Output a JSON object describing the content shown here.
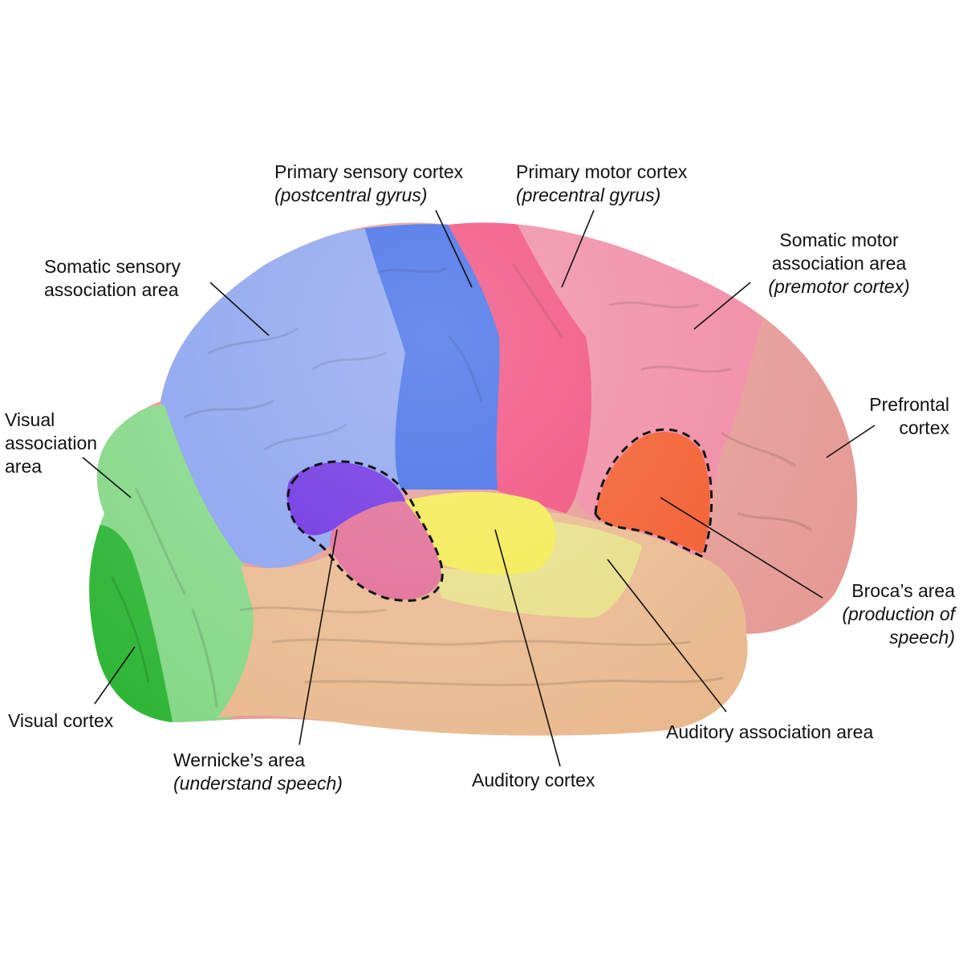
{
  "labels": {
    "primary_sensory": {
      "line1": "Primary sensory cortex",
      "line2": "(postcentral gyrus)"
    },
    "primary_motor": {
      "line1": "Primary motor cortex",
      "line2": "(precentral gyrus)"
    },
    "somatic_sensory": {
      "line1": "Somatic sensory",
      "line2": "association area"
    },
    "somatic_motor": {
      "line1": "Somatic motor",
      "line2": "association area",
      "line3": "(premotor cortex)"
    },
    "visual_association": {
      "line1": "Visual",
      "line2": "association",
      "line3": "area"
    },
    "prefrontal": {
      "line1": "Prefrontal",
      "line2": "cortex"
    },
    "broca": {
      "line1": "Broca’s area",
      "line2": "(production of",
      "line3": "speech)"
    },
    "visual_cortex": {
      "line1": "Visual cortex"
    },
    "auditory_association": {
      "line1": "Auditory association area"
    },
    "wernicke": {
      "line1": "Wernicke’s area",
      "line2": "(understand speech)"
    },
    "auditory_cortex": {
      "line1": "Auditory cortex"
    }
  },
  "colors": {
    "prefrontal": "#e59a95",
    "premotor": "#f08aa3",
    "primary_motor": "#f04a7c",
    "primary_sensory": "#3b68e6",
    "somatic_sensory": "#8aa2ee",
    "visual_association": "#86d888",
    "visual_cortex": "#2fb637",
    "temporal": "#e9b98e",
    "auditory_cortex": "#f3ea4e",
    "auditory_association": "#e7de86",
    "wernicke": "#df6a93",
    "broca": "#f35a2b",
    "purple": "#6a2ce2"
  }
}
